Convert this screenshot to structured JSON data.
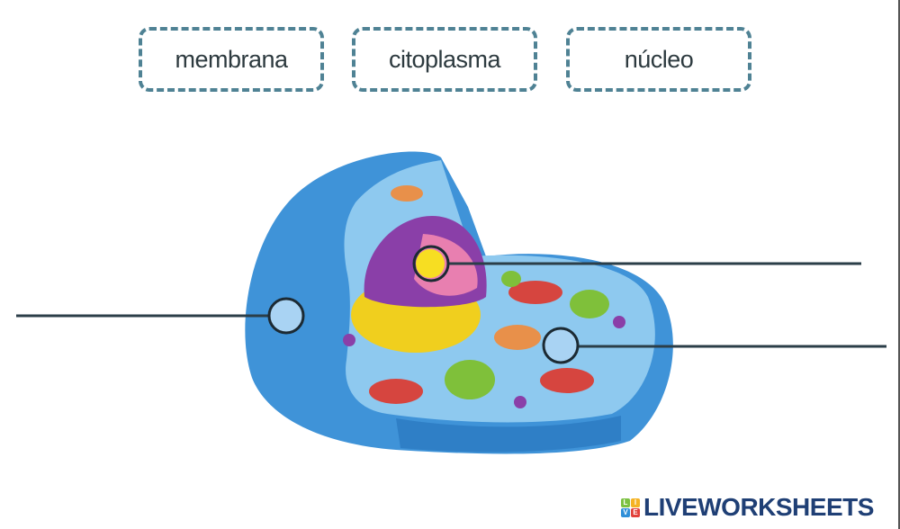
{
  "words": [
    {
      "label": "membrana"
    },
    {
      "label": "citoplasma"
    },
    {
      "label": "núcleo"
    }
  ],
  "logo": {
    "text": "LIVEWORKSHEETS",
    "tiles": [
      "L",
      "I",
      "V",
      "E"
    ]
  },
  "colors": {
    "dash_border": "#4f8294",
    "line": "#2b3e48",
    "cell_blue": "#3f93d8",
    "logo": "#1f3f75"
  }
}
